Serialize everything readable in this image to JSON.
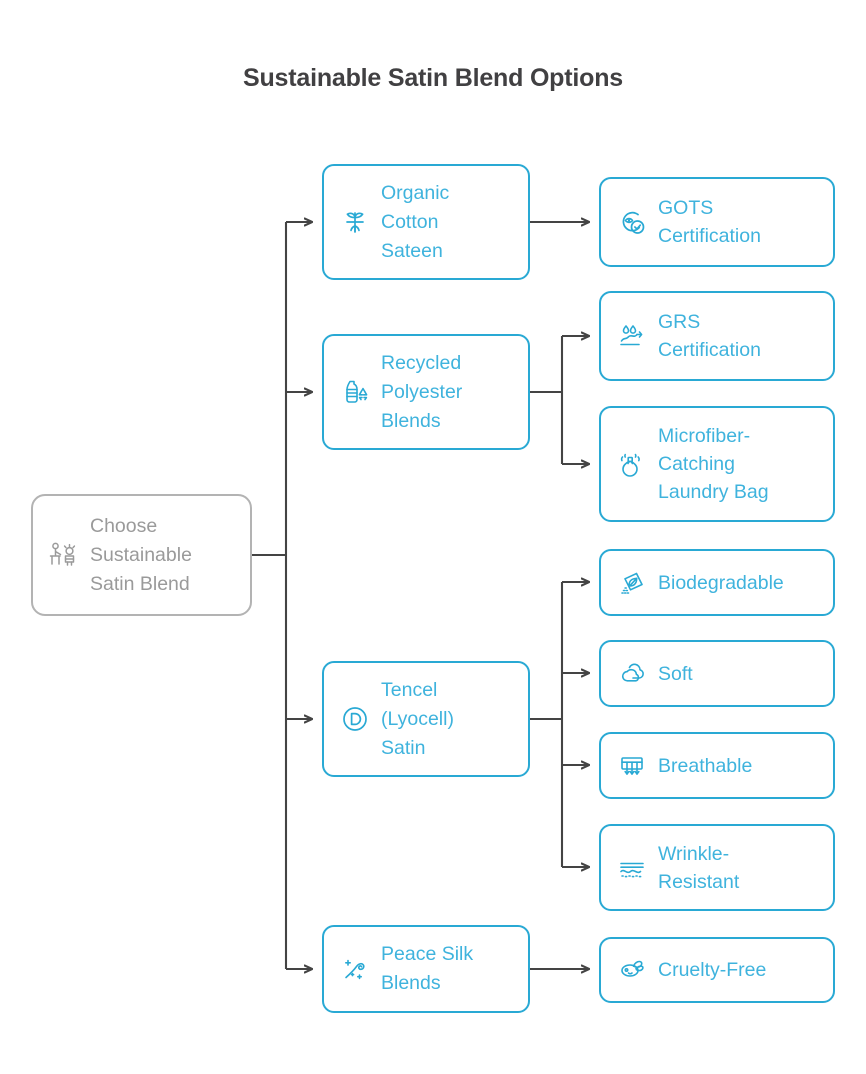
{
  "title": "Sustainable Satin Blend Options",
  "colors": {
    "branch_border": "#29a9d4",
    "branch_text": "#3fb3dd",
    "root_border": "#b3b3b3",
    "root_text": "#9a9a9a",
    "connector": "#444444",
    "title_text": "#414042",
    "background": "#ffffff"
  },
  "root": {
    "label": "Choose\nSustainable\nSatin Blend",
    "icon": "person-choosing-icon"
  },
  "branches": [
    {
      "label": "Organic\nCotton\nSateen",
      "icon": "seedling-sprout-icon",
      "children": [
        {
          "label": "GOTS\nCertification",
          "icon": "certification-check-icon"
        }
      ]
    },
    {
      "label": "Recycled\nPolyester\nBlends",
      "icon": "recycled-bottle-icon",
      "children": [
        {
          "label": "GRS\nCertification",
          "icon": "water-drop-arrow-icon"
        },
        {
          "label": "Microfiber-\nCatching\nLaundry Bag",
          "icon": "laundry-bag-icon"
        }
      ]
    },
    {
      "label": "Tencel\n(Lyocell)\nSatin",
      "icon": "circled-d-icon",
      "children": [
        {
          "label": "Biodegradable",
          "icon": "leaf-compost-icon"
        },
        {
          "label": "Soft",
          "icon": "cloud-icon"
        },
        {
          "label": "Breathable",
          "icon": "air-vent-icon"
        },
        {
          "label": "Wrinkle-\nResistant",
          "icon": "smooth-fabric-icon"
        }
      ]
    },
    {
      "label": "Peace Silk\nBlends",
      "icon": "silk-sparkle-icon",
      "children": [
        {
          "label": "Cruelty-Free",
          "icon": "cruelty-free-rabbit-icon"
        }
      ]
    }
  ]
}
